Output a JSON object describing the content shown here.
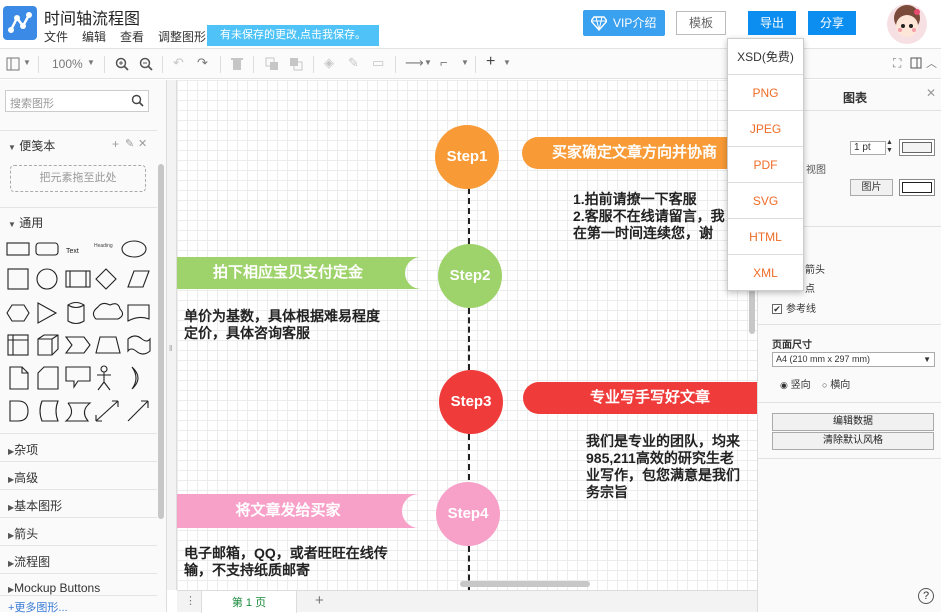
{
  "app": {
    "title": "时间轴流程图",
    "menu": [
      "文件",
      "编辑",
      "查看",
      "调整图形"
    ],
    "unsaved_notice": "有未保存的更改,点击我保存。",
    "vip_label": "VIP介绍",
    "template_label": "模板",
    "export_label": "导出",
    "share_label": "分享"
  },
  "toolbar": {
    "zoom": "100%"
  },
  "sidebar": {
    "search_placeholder": "搜索图形",
    "scratchpad_label": "便笺本",
    "dropzone_text": "把元素拖至此处",
    "general_label": "通用",
    "shape_text_label": "Text",
    "shape_heading_label": "Heading",
    "categories": [
      "杂项",
      "高级",
      "基本图形",
      "箭头",
      "流程图",
      "Mockup Buttons"
    ],
    "more_shapes": "更多图形..."
  },
  "diagram": {
    "steps": [
      {
        "label": "Step1",
        "color": "#f89a35"
      },
      {
        "label": "Step2",
        "color": "#9ed26a"
      },
      {
        "label": "Step3",
        "color": "#f03b3b"
      },
      {
        "label": "Step4",
        "color": "#f7a1c9"
      }
    ],
    "banners": [
      "买家确定文章方向并协商",
      "拍下相应宝贝支付定金",
      "专业写手写好文章",
      "将文章发给买家"
    ],
    "step1_lines": [
      "1.拍前请撩一下客服",
      "2.客服不在线请留言，我",
      "在第一时间连续您，谢"
    ],
    "step2_lines": [
      "单价为基数，具体根据难易程度",
      "定价，具体咨询客服"
    ],
    "step3_lines": [
      "我们是专业的团队，均来",
      "985,211高效的研究生老",
      "业写作，包您满意是我们",
      "务宗旨"
    ],
    "step4_lines": [
      "电子邮箱，QQ，或者旺旺在线传",
      "输，不支持纸质邮寄"
    ]
  },
  "page_tab": "第 1 页",
  "export_menu": [
    "XSD(免费)",
    "PNG",
    "JPEG",
    "PDF",
    "SVG",
    "HTML",
    "XML"
  ],
  "right_panel": {
    "tab_label": "图表",
    "line_width": "1 pt",
    "view_label": "视图",
    "image_button": "图片",
    "arrow_label": "箭头",
    "point_label": "点",
    "guides_label": "参考线",
    "page_size_label": "页面尺寸",
    "page_size_value": "A4 (210 mm x 297 mm)",
    "portrait_label": "竖向",
    "landscape_label": "横向",
    "edit_data_button": "编辑数据",
    "clear_style_button": "清除默认风格"
  }
}
